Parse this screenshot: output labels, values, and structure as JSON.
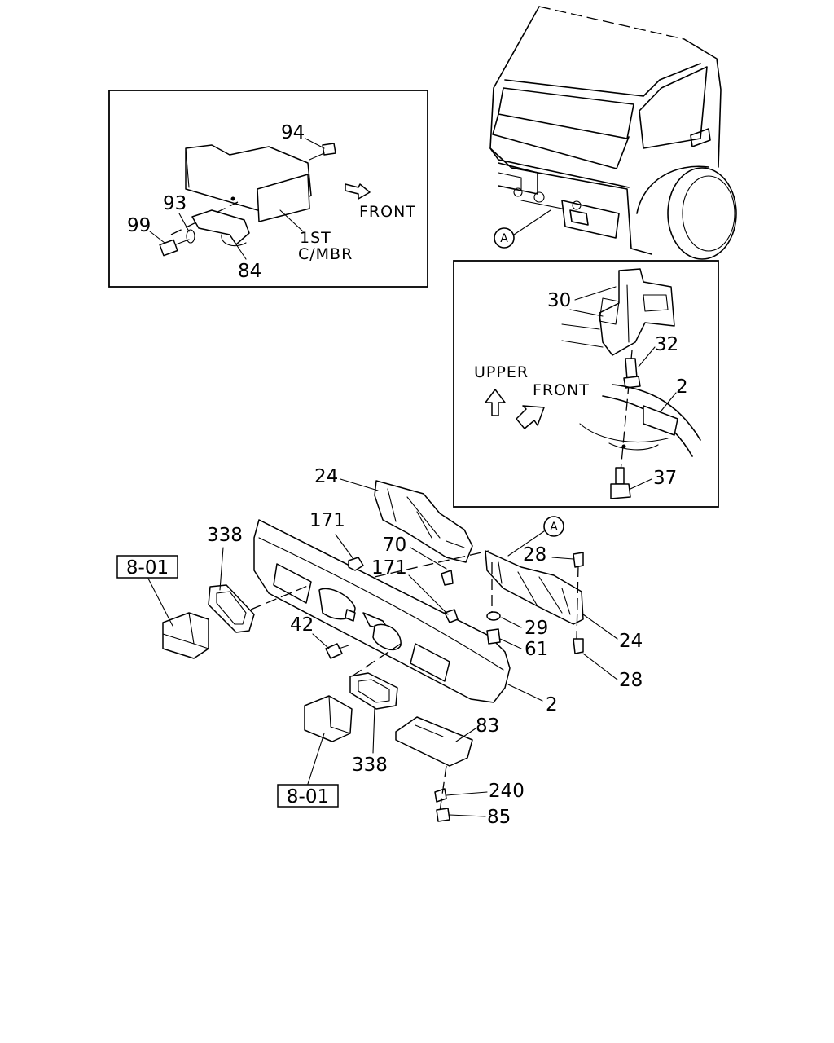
{
  "inset_tow_hook": {
    "direction_label": "FRONT",
    "member_label_line1": "1ST",
    "member_label_line2": "C/MBR",
    "refs": {
      "bolt": "99",
      "washer": "93",
      "hook": "84",
      "nut": "94"
    }
  },
  "inset_bracket_detail": {
    "upper_label": "UPPER",
    "front_label": "FRONT",
    "refs": {
      "bracket": "30",
      "bolt_top": "32",
      "bumper": "2",
      "bolt_bottom": "37"
    }
  },
  "callout_letter": "A",
  "main_refs": {
    "stay_left": "24",
    "grille": "338",
    "nut_upper": "171",
    "clip": "70",
    "nut_lower": "171",
    "bolt_42": "42",
    "stay_right": "24",
    "bolt_28_top": "28",
    "washer_29": "29",
    "nut_61": "61",
    "bolt_28_bottom": "28",
    "bumper": "2",
    "cover": "83",
    "grille_lower": "338",
    "clip_240": "240",
    "bolt_85": "85"
  },
  "section_refs": {
    "upper": "8-01",
    "lower": "8-01"
  }
}
